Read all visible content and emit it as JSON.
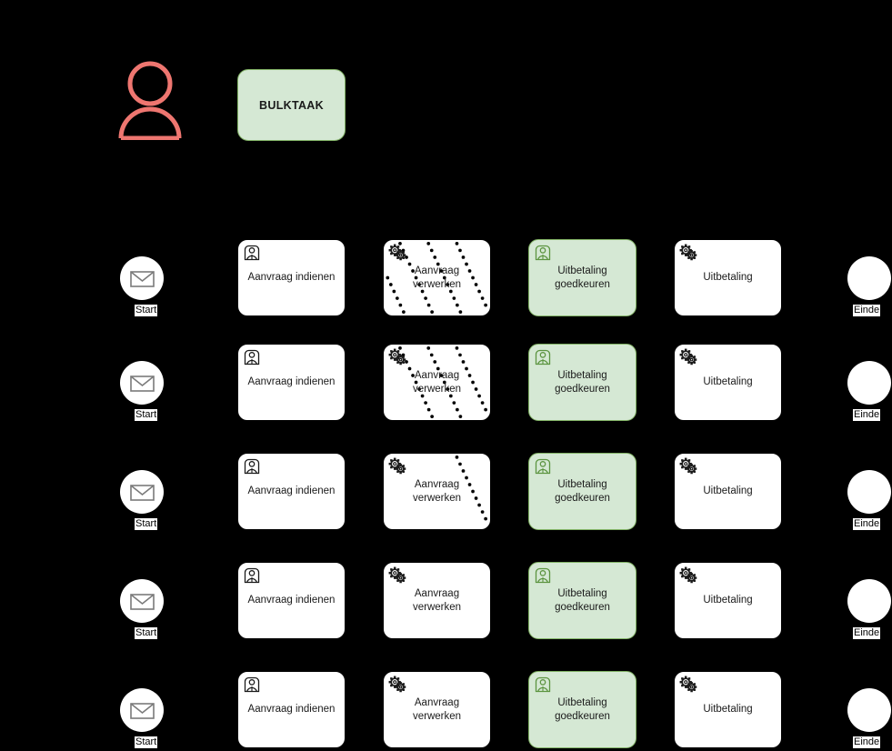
{
  "diagram": {
    "background_color": "#000000",
    "accent_green_fill": "#D5E8D4",
    "accent_green_stroke": "#82B366",
    "actor_color": "#EE7670",
    "header": {
      "actor_icon": "person-icon",
      "bulk_task_label": "BULKTAAK"
    },
    "rows": [
      {
        "start": {
          "icon": "envelope-icon",
          "label": "Start"
        },
        "tasks": [
          {
            "icon": "user-task-icon",
            "label": "Aanvraag indienen",
            "style": "white"
          },
          {
            "icon": "service-task-icon",
            "label": "Aanvraag\nverwerken",
            "style": "white",
            "dot_lines": 5
          },
          {
            "icon": "user-task-icon",
            "label": "Uitbetaling\ngoedkeuren",
            "style": "green"
          },
          {
            "icon": "service-task-icon",
            "label": "Uitbetaling",
            "style": "white"
          }
        ],
        "end": {
          "label": "Einde"
        }
      },
      {
        "start": {
          "icon": "envelope-icon",
          "label": "Start"
        },
        "tasks": [
          {
            "icon": "user-task-icon",
            "label": "Aanvraag indienen",
            "style": "white"
          },
          {
            "icon": "service-task-icon",
            "label": "Aanvraag\nverwerken",
            "style": "white",
            "dot_lines": 3
          },
          {
            "icon": "user-task-icon",
            "label": "Uitbetaling\ngoedkeuren",
            "style": "green"
          },
          {
            "icon": "service-task-icon",
            "label": "Uitbetaling",
            "style": "white"
          }
        ],
        "end": {
          "label": "Einde"
        }
      },
      {
        "start": {
          "icon": "envelope-icon",
          "label": "Start"
        },
        "tasks": [
          {
            "icon": "user-task-icon",
            "label": "Aanvraag indienen",
            "style": "white"
          },
          {
            "icon": "service-task-icon",
            "label": "Aanvraag\nverwerken",
            "style": "white",
            "dot_lines": 1
          },
          {
            "icon": "user-task-icon",
            "label": "Uitbetaling\ngoedkeuren",
            "style": "green"
          },
          {
            "icon": "service-task-icon",
            "label": "Uitbetaling",
            "style": "white"
          }
        ],
        "end": {
          "label": "Einde"
        }
      },
      {
        "start": {
          "icon": "envelope-icon",
          "label": "Start"
        },
        "tasks": [
          {
            "icon": "user-task-icon",
            "label": "Aanvraag indienen",
            "style": "white"
          },
          {
            "icon": "service-task-icon",
            "label": "Aanvraag\nverwerken",
            "style": "white",
            "dot_lines": 0
          },
          {
            "icon": "user-task-icon",
            "label": "Uitbetaling\ngoedkeuren",
            "style": "green"
          },
          {
            "icon": "service-task-icon",
            "label": "Uitbetaling",
            "style": "white"
          }
        ],
        "end": {
          "label": "Einde"
        }
      },
      {
        "start": {
          "icon": "envelope-icon",
          "label": "Start"
        },
        "tasks": [
          {
            "icon": "user-task-icon",
            "label": "Aanvraag indienen",
            "style": "white"
          },
          {
            "icon": "service-task-icon",
            "label": "Aanvraag\nverwerken",
            "style": "white",
            "dot_lines": 0
          },
          {
            "icon": "user-task-icon",
            "label": "Uitbetaling\ngoedkeuren",
            "style": "green"
          },
          {
            "icon": "service-task-icon",
            "label": "Uitbetaling",
            "style": "white"
          }
        ],
        "end": {
          "label": "Einde"
        }
      }
    ]
  }
}
